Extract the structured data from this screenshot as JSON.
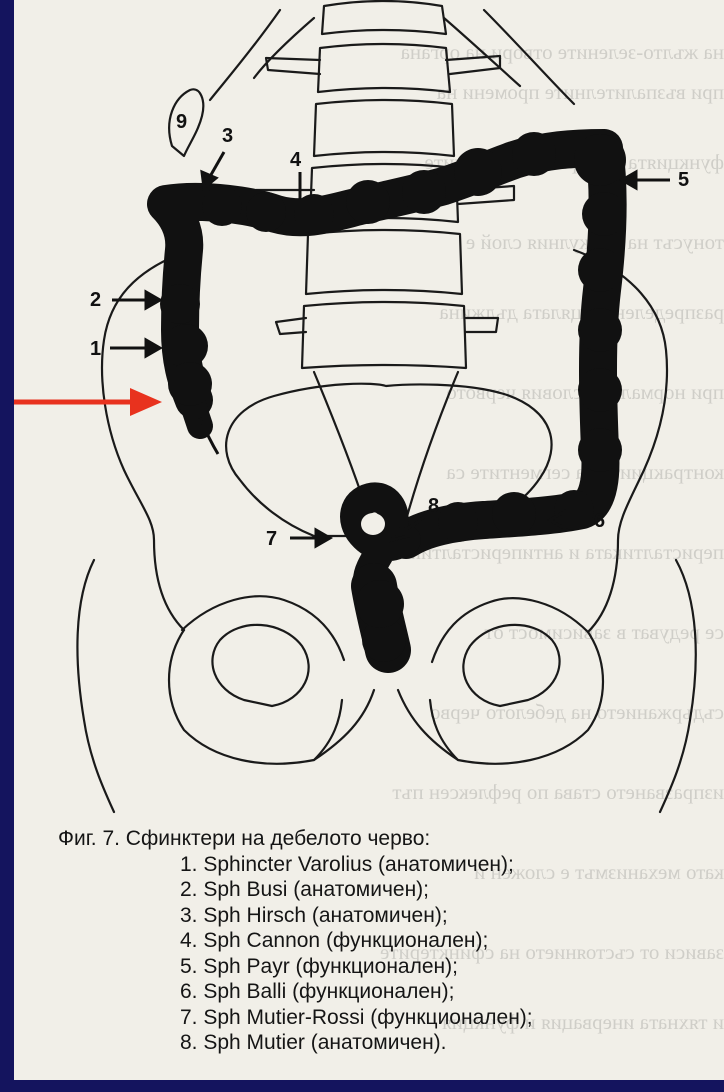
{
  "figure": {
    "labels": [
      "1",
      "2",
      "3",
      "4",
      "5",
      "6",
      "7",
      "8",
      "9"
    ],
    "colors": {
      "slide_background": "#14145e",
      "paper": "#f1efe8",
      "ink": "#111111",
      "pointer_arrow": "#e8321e"
    }
  },
  "caption": {
    "title": "Фиг. 7. Сфинктери на дебелото черво:",
    "items": [
      "1. Sphincter Varolius (анатомичен);",
      "2. Sph Busi (анатомичен);",
      "3. Sph Hirsch (анатомичен);",
      "4. Sph Cannon (функционален);",
      "5. Sph Payr (функционален);",
      "6. Sph Balli (функционален);",
      "7. Sph Mutier-Rossi (функционален);",
      "8. Sph Mutier (анатомичен)."
    ]
  }
}
